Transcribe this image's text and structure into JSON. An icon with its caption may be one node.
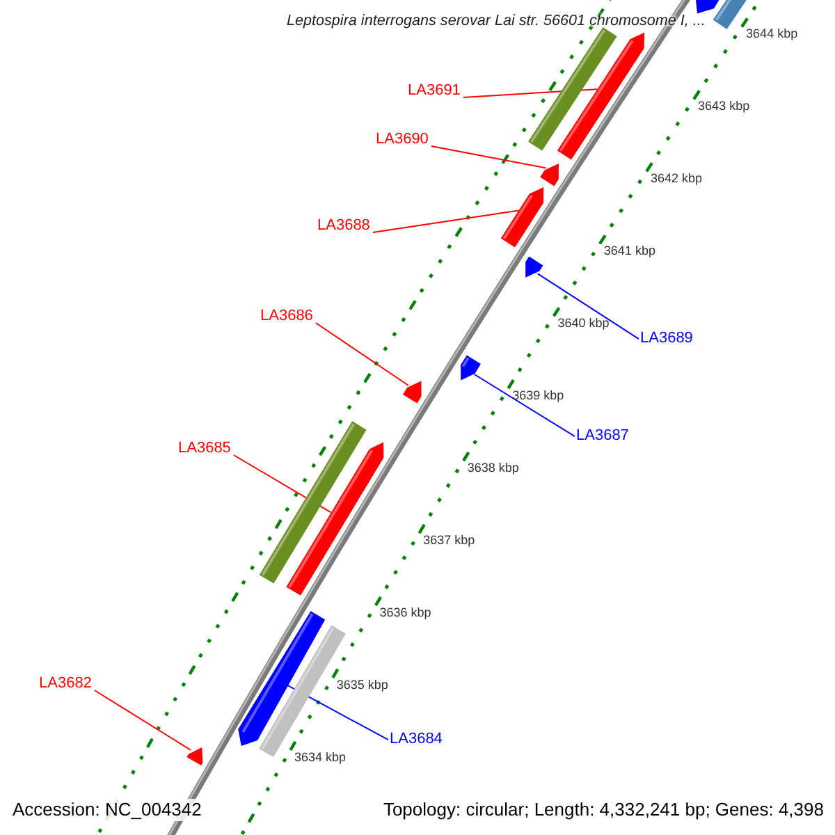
{
  "diagram": {
    "title": "Leptospira interrogans serovar Lai str. 56601 chromosome I, ...",
    "nodes": [
      {
        "text": [],
        "shape": "bar"
      },
      {
        "text": [],
        "shape": "arrow"
      },
      {
        "text": [],
        "shape": "bar"
      },
      {
        "text": [
          "LA3691"
        ]
      },
      {
        "text": [],
        "shape": "arrow"
      },
      {
        "text": [
          "LA3690"
        ]
      },
      {
        "text": [],
        "shape": "arrow"
      },
      {
        "text": [
          "LA3688"
        ]
      },
      {
        "text": [],
        "shape": "arrow"
      },
      {
        "text": [],
        "shape": "arrow"
      },
      {
        "text": [
          "LA3689"
        ]
      },
      {
        "text": [
          "LA3686"
        ]
      },
      {
        "text": [],
        "shape": "arrow"
      },
      {
        "text": [],
        "shape": "arrow"
      },
      {
        "text": [
          "LA3687"
        ]
      },
      {
        "text": [
          "LA3685"
        ]
      },
      {
        "text": [],
        "shape": "bar"
      },
      {
        "text": [],
        "shape": "arrow"
      },
      {
        "text": [],
        "shape": "arrow"
      },
      {
        "text": [],
        "shape": "bar"
      },
      {
        "text": [
          "LA3682"
        ]
      },
      {
        "text": [
          "LA3684"
        ]
      },
      {
        "text": [],
        "shape": "arrow"
      }
    ],
    "edges": [
      {
        "from": 3,
        "to": 4,
        "arrow": "none"
      },
      {
        "from": 5,
        "to": 6,
        "arrow": "none"
      },
      {
        "from": 7,
        "to": 8,
        "arrow": "none"
      },
      {
        "from": 10,
        "to": 9,
        "arrow": "none",
        "color": "#0000ff"
      },
      {
        "from": 11,
        "to": 13,
        "arrow": "none"
      },
      {
        "from": 14,
        "to": 12,
        "arrow": "none",
        "color": "#0000ff"
      },
      {
        "from": 15,
        "to": 17,
        "arrow": "none"
      },
      {
        "from": 20,
        "to": 22,
        "arrow": "none"
      },
      {
        "from": 21,
        "to": 18,
        "arrow": "none",
        "color": "#0000ff"
      }
    ],
    "labels": [
      "3644 kbp",
      "3643 kbp",
      "3642 kbp",
      "3641 kbp",
      "3640 kbp",
      "3639 kbp",
      "3638 kbp",
      "3637 kbp",
      "3636 kbp",
      "3635 kbp",
      "3634 kbp",
      "Accession: NC_004342",
      "Topology: circular; Length: 4,332,241 bp; Genes: 4,398"
    ]
  }
}
